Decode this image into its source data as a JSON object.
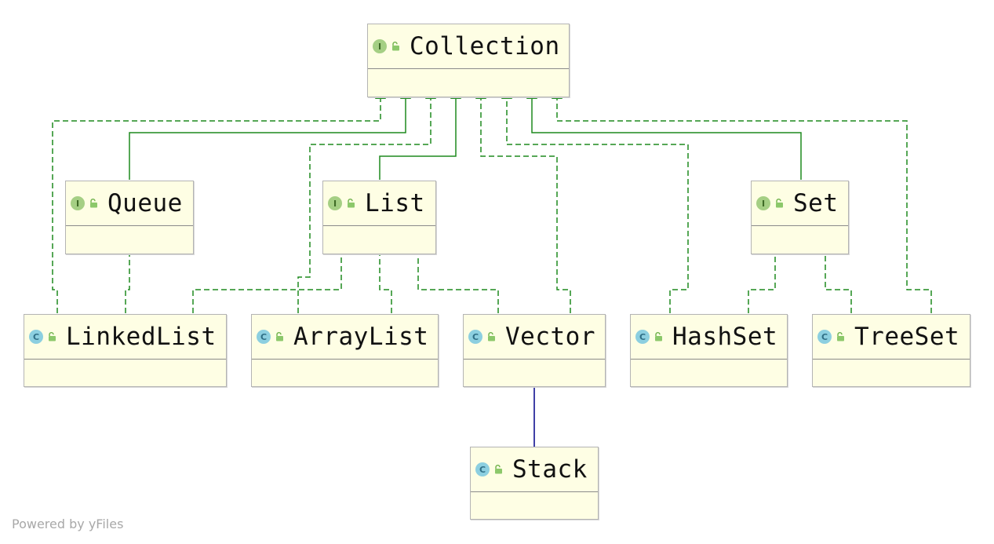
{
  "colors": {
    "implements_edge": "#1e8a1e",
    "extends_edge": "#000088",
    "node_fill": "#fefee4",
    "node_border": "#b4b4b4"
  },
  "nodes": {
    "collection": {
      "name": "Collection",
      "kind": "interface",
      "badge": "I"
    },
    "queue": {
      "name": "Queue",
      "kind": "interface",
      "badge": "I"
    },
    "list": {
      "name": "List",
      "kind": "interface",
      "badge": "I"
    },
    "set": {
      "name": "Set",
      "kind": "interface",
      "badge": "I"
    },
    "linkedlist": {
      "name": "LinkedList",
      "kind": "class",
      "badge": "C"
    },
    "arraylist": {
      "name": "ArrayList",
      "kind": "class",
      "badge": "C"
    },
    "vector": {
      "name": "Vector",
      "kind": "class",
      "badge": "C"
    },
    "hashset": {
      "name": "HashSet",
      "kind": "class",
      "badge": "C"
    },
    "treeset": {
      "name": "TreeSet",
      "kind": "class",
      "badge": "C"
    },
    "stack": {
      "name": "Stack",
      "kind": "class",
      "badge": "C"
    }
  },
  "relationships": [
    {
      "from": "Queue",
      "to": "Collection",
      "type": "extends-interface"
    },
    {
      "from": "List",
      "to": "Collection",
      "type": "extends-interface"
    },
    {
      "from": "Set",
      "to": "Collection",
      "type": "extends-interface"
    },
    {
      "from": "LinkedList",
      "to": "Collection",
      "type": "implements"
    },
    {
      "from": "ArrayList",
      "to": "Collection",
      "type": "implements"
    },
    {
      "from": "Vector",
      "to": "Collection",
      "type": "implements"
    },
    {
      "from": "HashSet",
      "to": "Collection",
      "type": "implements"
    },
    {
      "from": "TreeSet",
      "to": "Collection",
      "type": "implements"
    },
    {
      "from": "LinkedList",
      "to": "Queue",
      "type": "implements"
    },
    {
      "from": "LinkedList",
      "to": "List",
      "type": "implements"
    },
    {
      "from": "ArrayList",
      "to": "List",
      "type": "implements"
    },
    {
      "from": "Vector",
      "to": "List",
      "type": "implements"
    },
    {
      "from": "HashSet",
      "to": "Set",
      "type": "implements"
    },
    {
      "from": "TreeSet",
      "to": "Set",
      "type": "implements"
    },
    {
      "from": "Stack",
      "to": "Vector",
      "type": "extends-class"
    }
  ],
  "footer": "Powered by yFiles"
}
